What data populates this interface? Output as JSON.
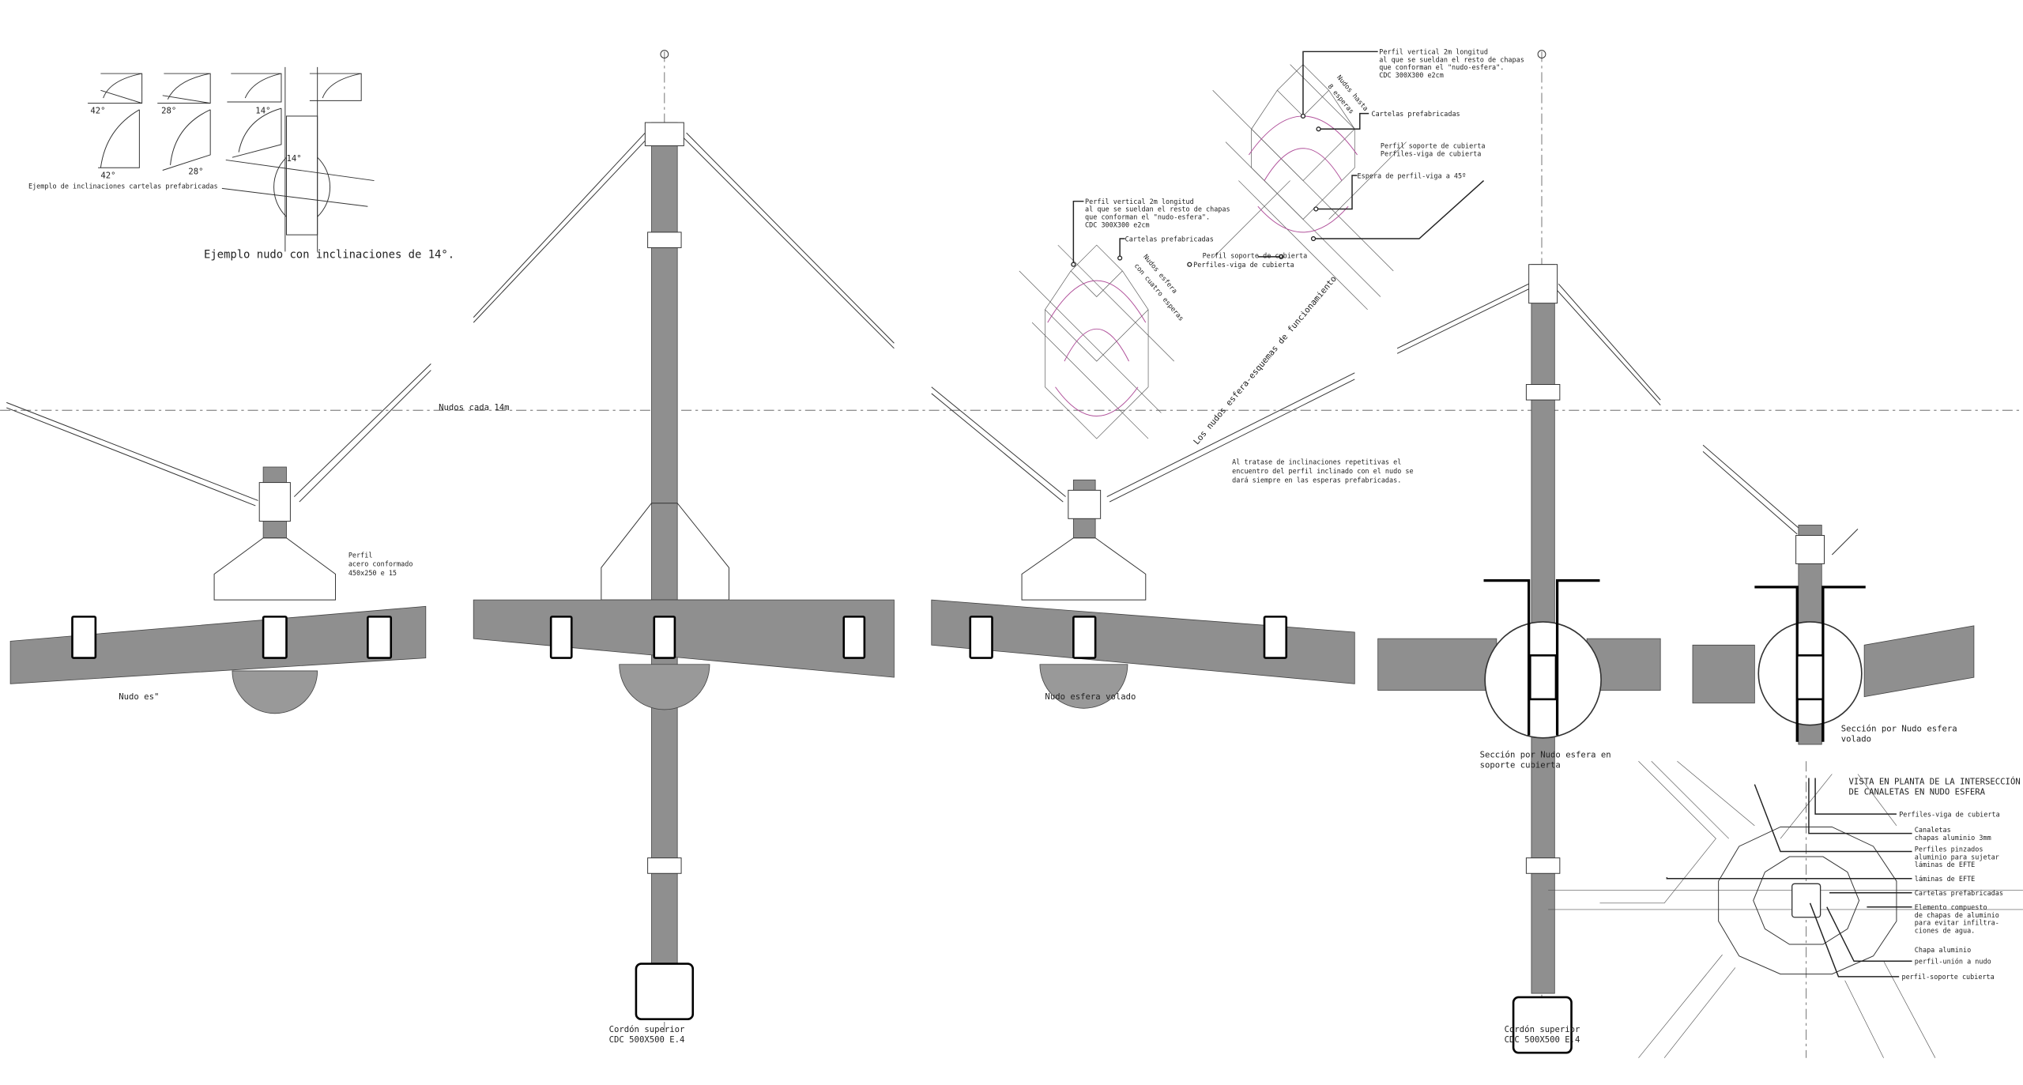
{
  "cartelas": {
    "angles_top": [
      "42°",
      "28°",
      "14°"
    ],
    "angles_bottom": [
      "42°",
      "28°",
      "14°"
    ],
    "caption": "Ejemplo de inclinaciones cartelas prefabricadas"
  },
  "node_example": {
    "caption": "Ejemplo nudo con inclinaciones de 14°."
  },
  "panel1": {
    "spacing_label": "Nudos cada 14m",
    "profile_label": [
      "Perfil",
      "acero conformado",
      "450x250 e 15"
    ],
    "caption": "Nudo es\""
  },
  "panel2": {
    "caption": [
      "Cordón superior",
      "CDC 500X500 E.4"
    ]
  },
  "panel3": {
    "caption": "Nudo esfera volado"
  },
  "isometric": {
    "upper": {
      "vertical_profile": [
        "Perfil vertical 2m longitud",
        "al que se sueldan el resto de chapas",
        "que conforman el \"nudo-esfera\".",
        "CDC 300X300 e2cm"
      ],
      "cartelas": "Cartelas prefabricadas",
      "support": [
        "Perfil soporte de cubierta",
        "Perfiles-viga de cubierta"
      ],
      "espera": "Espera de perfil-viga a 45º",
      "rotated": [
        "Nudos hasta",
        "8 esperas"
      ]
    },
    "lower": {
      "vertical_profile": [
        "Perfil vertical 2m longitud",
        "al que se sueldan el resto de chapas",
        "que conforman el \"nudo-esfera\".",
        "CDC 300X300 e2cm"
      ],
      "cartelas": "Cartelas prefabricadas",
      "support": "Perfil soporte de cubierta",
      "beams": "Perfiles-viga de cubierta",
      "rotated": [
        "Nudos esfera",
        "con cuatro esperas"
      ]
    },
    "diagonal_title": "Los nudos esfera-esquemas de funcionamiento"
  },
  "note": [
    "Al tratase de inclinaciones repetitivas el",
    "encuentro del perfil inclinado con el nudo se",
    "dará siempre en las esperas prefabricadas."
  ],
  "panel4": {
    "section_caption": [
      "Sección por Nudo esfera en",
      "soporte cubierta"
    ],
    "caption": [
      "Cordón superior",
      "CDC 500X500 E.4"
    ]
  },
  "panel5": {
    "caption": [
      "Sección por Nudo esfera",
      "volado"
    ]
  },
  "plan": {
    "title": [
      "VISTA EN PLANTA DE LA INTERSECCIÓN",
      "DE CANALETAS EN NUDO ESFERA"
    ],
    "labels": [
      [
        "Perfiles-viga de cubierta"
      ],
      [
        "Canaletas",
        "chapas aluminio 3mm"
      ],
      [
        "Perfiles pinzados",
        "aluminio para sujetar",
        "láminas de EFTE"
      ],
      [
        "láminas de EFTE"
      ],
      [
        "Cartelas prefabricadas"
      ],
      [
        "Elemento compuesto",
        "de chapas de aluminio",
        "para evitar infiltra-",
        "ciones de agua."
      ],
      [
        "Chapa aluminio"
      ],
      [
        "perfil-unión a nudo"
      ],
      [
        "perfil-soporte cubierta"
      ]
    ]
  },
  "colors": {
    "steel": "#8f8f8f",
    "accent": "#b0509a"
  }
}
